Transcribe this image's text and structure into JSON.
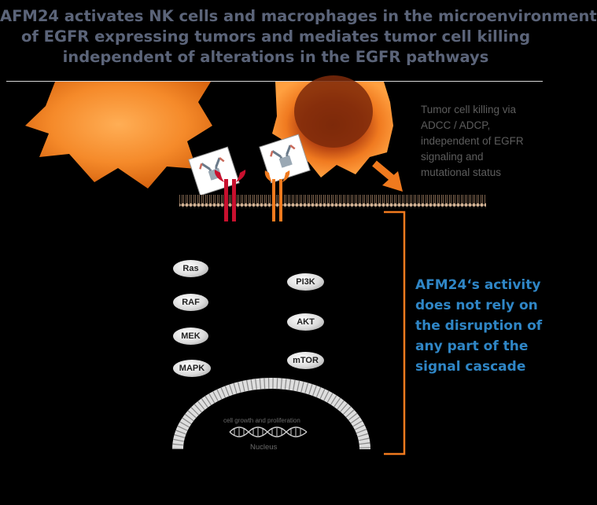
{
  "title": {
    "line1": "AFM24 activates NK cells and macrophages in the microenvironment",
    "line2": "of EGFR expressing tumors and mediates tumor cell killing",
    "line3": "independent of alterations in the EGFR pathways"
  },
  "side_note": {
    "line1": "Tumor cell killing via",
    "line2": "ADCC / ADCP,",
    "line3": "independent of EGFR",
    "line4": "signaling and",
    "line5": "mutational status"
  },
  "activity_text": {
    "line1": "AFM24‘s activity",
    "line2": "does not rely on",
    "line3": "the disruption of",
    "line4": "any part of the",
    "line5": "signal cascade"
  },
  "mapk_pathway": [
    "Ras",
    "RAF",
    "MEK",
    "MAPK"
  ],
  "pi3k_pathway": [
    "PI3K",
    "AKT",
    "mTOR"
  ],
  "nucleus": {
    "caption": "cell growth and proliferation",
    "label": "Nucleus"
  },
  "colors": {
    "title": "#5b6479",
    "activity": "#2f86c6",
    "nk_cell": "#f07a1e",
    "egfr_red": "#c8102e",
    "cd16a_orange": "#f07a1e",
    "bracket": "#f07a1e",
    "membrane": "#c8a888"
  }
}
